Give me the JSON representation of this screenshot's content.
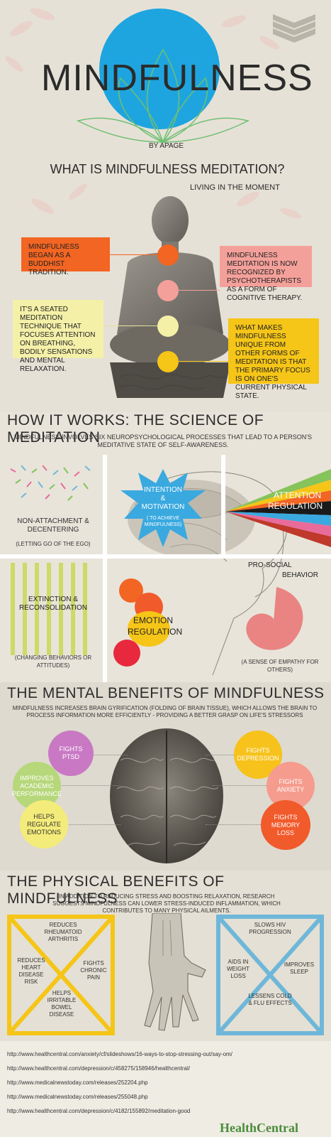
{
  "header": {
    "title": "MINDFULNESS",
    "byline": "BY APAGE",
    "question": "WHAT IS MINDFULNESS MEDITATION?",
    "tagline": "LIVING IN THE MOMENT"
  },
  "intro_facts": [
    {
      "text": "MINDFULNESS BEGAN AS A BUDDHIST TRADITION.",
      "color": "#f26522"
    },
    {
      "text": "MINDFULNESS MEDITATION IS NOW RECOGNIZED BY PSYCHOTHERAPISTS AS A FORM OF COGNITIVE THERAPY.",
      "color": "#f4a09a"
    },
    {
      "text": "IT'S A SEATED MEDITATION TECHNIQUE THAT FOCUSES ATTENTION ON BREATHING, BODILY SENSATIONS AND MENTAL RELAXATION.",
      "color": "#f4f0a8"
    },
    {
      "text": "WHAT MAKES MINDFULNESS UNIQUE FROM OTHER FORMS OF MEDITATION IS THAT THE PRIMARY FOCUS IS ON ONE'S CURRENT PHYSICAL STATE.",
      "color": "#f5c518"
    }
  ],
  "how_it_works": {
    "title": "HOW IT WORKS: THE SCIENCE OF MEDITATION",
    "subtitle": "MINDFULNESS INVOLVES SIX NEUROPSYCHOLOGICAL PROCESSES THAT LEAD TO A PERSON'S MEDITATIVE STATE OF SELF-AWARENESS.",
    "non_attachment": "NON-ATTACHMENT & DECENTERING",
    "non_attachment_note": "(LETTING GO OF THE EGO)",
    "intention_line1": "INTENTION",
    "intention_line2": "&",
    "intention_line3": "MOTIVATION",
    "intention_note": "( TO ACHIEVE MINDFULNESS)",
    "attention_line1": "ATTENTION",
    "attention_line2": "REGULATION",
    "extinction": "EXTINCTION & RECONSOLIDATION",
    "extinction_note": "(CHANGING BEHAVIORS OR ATTITUDES)",
    "emotion_line1": "EMOTION",
    "emotion_line2": "REGULATION",
    "prosocial_line1": "PRO-SOCIAL",
    "prosocial_line2": "BEHAVIOR",
    "prosocial_note": "(A SENSE OF EMPATHY FOR OTHERS)"
  },
  "mental": {
    "title": "THE MENTAL BENEFITS OF MINDFULNESS",
    "subtitle": "MINDFULNESS INCREASES BRAIN GYRIFICATION (FOLDING OF BRAIN TISSUE), WHICH ALLOWS THE BRAIN TO PROCESS INFORMATION MORE EFFICIENTLY - PROVIDING A BETTER GRASP ON LIFE'S STRESSORS",
    "items": [
      {
        "text": "FIGHTS PTSD",
        "color": "#c979c4"
      },
      {
        "text": "IMPROVES ACADEMIC PERFORMANCE",
        "color": "#b6d77a"
      },
      {
        "text": "HELPS REGULATE EMOTIONS",
        "color": "#f4ec7a"
      },
      {
        "text": "FIGHTS DEPRESSION",
        "color": "#f6c21b"
      },
      {
        "text": "FIGHTS ANXIETY",
        "color": "#f59c8e"
      },
      {
        "text": "FIGHTS MEMORY LOSS",
        "color": "#f15a2b"
      }
    ]
  },
  "physical": {
    "title": "THE PHYSICAL BENEFITS OF MINDFULNESS",
    "subtitle": "IN ADDITION TO REDUCING STRESS AND BOOSTING RELAXATION, RESEARCH SUGGESTS MINDFULNESS CAN LOWER STRESS-INDUCED INFLAMMATION, WHICH CONTRIBUTES TO MANY PHYSICAL AILMENTS.",
    "left": [
      "REDUCES RHEUMATOID ARTHRITIS",
      "REDUCES HEART DISEASE RISK",
      "FIGHTS CHRONIC PAIN",
      "HELPS IRRITABLE BOWEL DISEASE"
    ],
    "right": [
      "SLOWS HIV PROGRESSION",
      "AIDS IN WEIGHT LOSS",
      "IMPROVES SLEEP",
      "LESSENS COLD & FLU EFFECTS"
    ],
    "left_color": "#f5c518",
    "right_color": "#6fb7d9"
  },
  "sources": [
    "http://www.healthcentral.com/anxiety/cf/slideshows/16-ways-to-stop-stressing-out/say-om/",
    "http://www.healthcentral.com/depression/c/458275/158946/healthcentral/",
    "http://www.medicalnewstoday.com/releases/252204.php",
    "http://www.medicalnewstoday.com/releases/255048.php",
    "http://www.healthcentral.com/depression/c/4182/155892/meditation-good"
  ],
  "brand": {
    "part1": "Health",
    "part2": "Central"
  }
}
